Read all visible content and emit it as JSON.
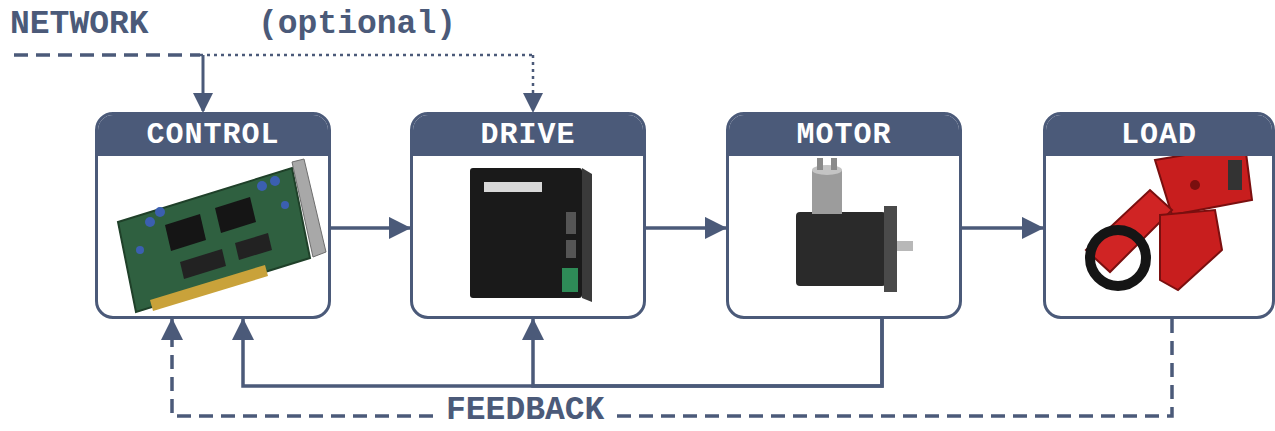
{
  "diagram": {
    "nodes": [
      {
        "text": [
          "CONTROL"
        ]
      },
      {
        "text": [
          "DRIVE"
        ]
      },
      {
        "text": [
          "MOTOR"
        ]
      },
      {
        "text": [
          "LOAD"
        ]
      }
    ],
    "edges": [
      {
        "from": 0,
        "to": 1,
        "arrow": "to"
      },
      {
        "from": 1,
        "to": 2,
        "arrow": "to"
      },
      {
        "from": 2,
        "to": 3,
        "arrow": "to"
      },
      {
        "from": 2,
        "to": 0,
        "arrow": "to"
      },
      {
        "from": 2,
        "to": 1,
        "arrow": "to"
      },
      {
        "from": 3,
        "to": 0,
        "arrow": "to"
      }
    ],
    "labels": [
      "NETWORK",
      "(optional)",
      "FEEDBACK"
    ]
  }
}
